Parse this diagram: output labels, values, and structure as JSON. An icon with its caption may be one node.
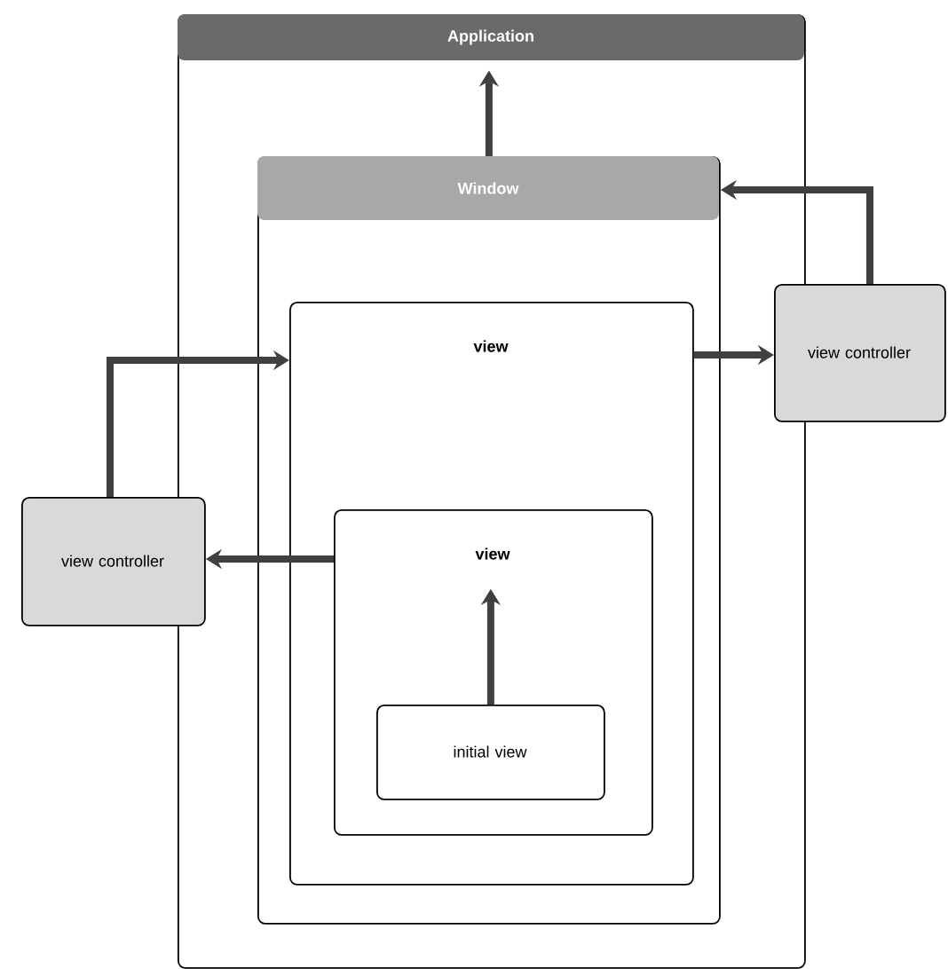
{
  "diagram": {
    "nodes": [
      {
        "text": [
          "Application"
        ]
      },
      {
        "text": [
          "Window"
        ],
        "in": 0
      },
      {
        "text": [
          "view"
        ],
        "in": 1
      },
      {
        "text": [
          "view"
        ],
        "in": 2
      },
      {
        "text": [
          "initial view"
        ],
        "in": 3
      },
      {
        "text": [
          "view controller"
        ]
      },
      {
        "text": [
          "view controller"
        ]
      }
    ],
    "edges": [
      {
        "from": 1,
        "to": 0,
        "arrow": "to"
      },
      {
        "from": 4,
        "to": 3,
        "arrow": "to"
      },
      {
        "from": 3,
        "to": 5,
        "arrow": "to"
      },
      {
        "from": 5,
        "to": 2,
        "arrow": "to"
      },
      {
        "from": 2,
        "to": 6,
        "arrow": "to"
      },
      {
        "from": 6,
        "to": 1,
        "arrow": "to"
      }
    ]
  }
}
